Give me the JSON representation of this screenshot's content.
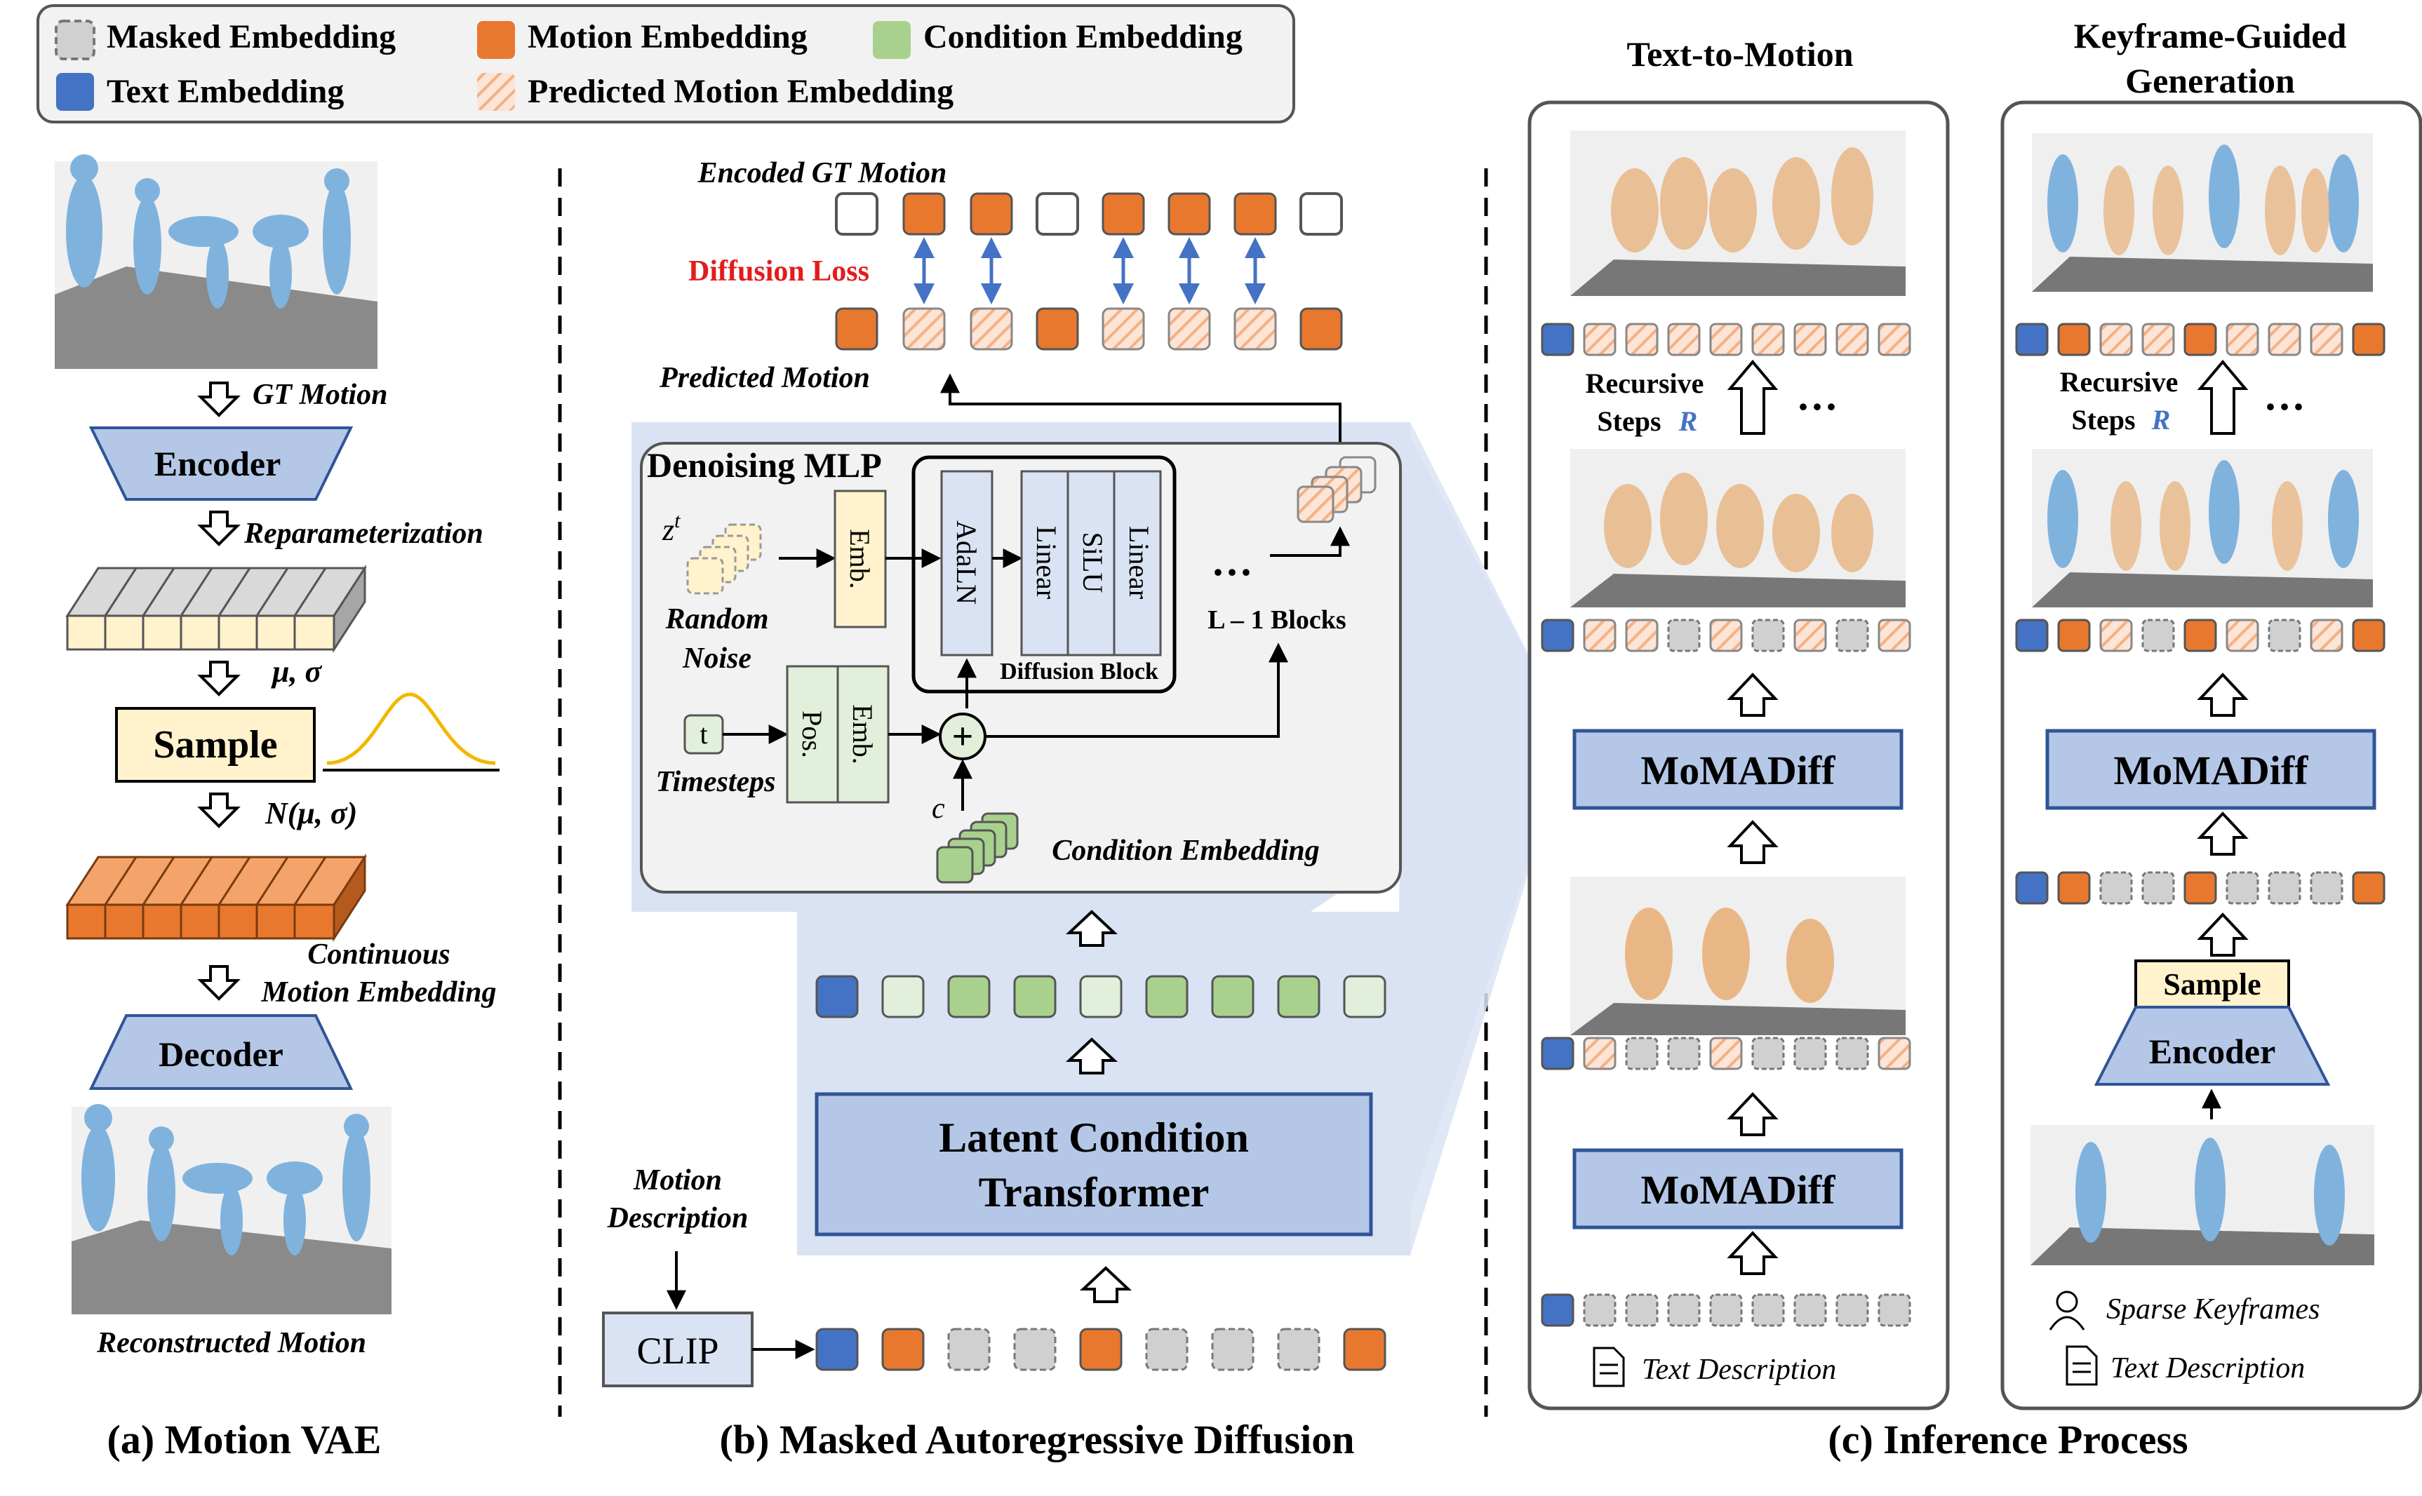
{
  "legend": {
    "masked": "Masked Embedding",
    "motion": "Motion Embedding",
    "condition": "Condition Embedding",
    "text": "Text Embedding",
    "predicted": "Predicted Motion Embedding"
  },
  "vae": {
    "gt_motion": "GT Motion",
    "encoder": "Encoder",
    "reparam": "Reparameterization",
    "mu_sigma": "μ, σ",
    "sample": "Sample",
    "normal": "N(μ, σ)",
    "continuous_1": "Continuous",
    "continuous_2": "Motion Embedding",
    "decoder": "Decoder",
    "reconstructed": "Reconstructed Motion",
    "caption": "(a) Motion VAE"
  },
  "mad": {
    "encoded_gt": "Encoded GT Motion",
    "diffusion_loss": "Diffusion Loss",
    "predicted_motion": "Predicted Motion",
    "denoising_mlp": "Denoising MLP",
    "zt": "z",
    "zt_sup": "t",
    "random_noise_1": "Random",
    "random_noise_2": "Noise",
    "emb": "Emb.",
    "adaln": "AdaLN",
    "linear": "Linear",
    "silu": "SiLU",
    "diffusion_block": "Diffusion Block",
    "dots": "···",
    "l1_blocks": "L – 1 Blocks",
    "t": "t",
    "timesteps": "Timesteps",
    "pos": "Pos.",
    "plus": "+",
    "c": "c",
    "cond_emb": "Condition Embedding",
    "lct_1": "Latent Condition",
    "lct_2": "Transformer",
    "motion_desc_1": "Motion",
    "motion_desc_2": "Description",
    "clip": "CLIP",
    "caption": "(b) Masked Autoregressive Diffusion"
  },
  "inference": {
    "t2m_title": "Text-to-Motion",
    "kf_title_1": "Keyframe-Guided",
    "kf_title_2": "Generation",
    "recursive": "Recursive",
    "steps": "Steps",
    "R": "R",
    "dots": "···",
    "momadiff": "MoMADiff",
    "text_desc": "Text Description",
    "sample": "Sample",
    "encoder": "Encoder",
    "sparse_kf": "Sparse Keyframes",
    "caption": "(c) Inference Process"
  },
  "colors": {
    "orange": "#e8782e",
    "blue": "#4472c4",
    "green": "#a9d18e",
    "light_green": "#e2efda",
    "gray": "#d0d0d0",
    "peach": "#f8cbad",
    "panel": "#dae3f3",
    "box_blue": "#b4c7e7",
    "sample_yellow": "#fff2cc",
    "loss_red": "#e31c1c"
  }
}
